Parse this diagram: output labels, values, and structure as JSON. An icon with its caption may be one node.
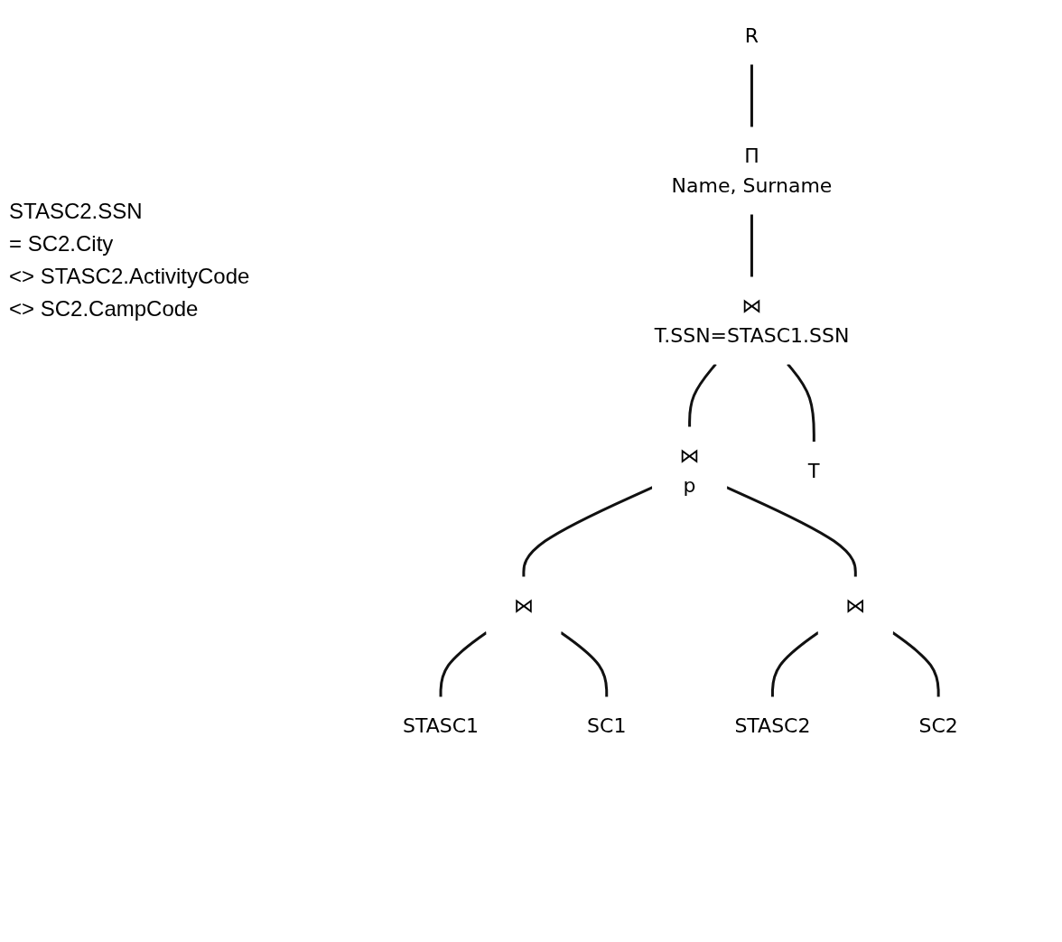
{
  "diagram": {
    "nodes": [
      {
        "text": [
          "R"
        ]
      },
      {
        "text": [
          "Π",
          "Name, Surname"
        ]
      },
      {
        "text": [
          "⋈",
          "T.SSN=STASC1.SSN"
        ]
      },
      {
        "text": [
          "⋈",
          "p"
        ]
      },
      {
        "text": [
          "T"
        ]
      },
      {
        "text": [
          "⋈"
        ]
      },
      {
        "text": [
          "⋈"
        ]
      },
      {
        "text": [
          "STASC1"
        ]
      },
      {
        "text": [
          "SC1"
        ]
      },
      {
        "text": [
          "STASC2"
        ]
      },
      {
        "text": [
          "SC2"
        ]
      }
    ],
    "edges": [
      {
        "from": 0,
        "to": 1,
        "arrow": "none"
      },
      {
        "from": 1,
        "to": 2,
        "arrow": "none"
      },
      {
        "from": 2,
        "to": 3,
        "arrow": "none"
      },
      {
        "from": 2,
        "to": 4,
        "arrow": "none"
      },
      {
        "from": 3,
        "to": 5,
        "arrow": "none"
      },
      {
        "from": 3,
        "to": 6,
        "arrow": "none"
      },
      {
        "from": 5,
        "to": 7,
        "arrow": "none"
      },
      {
        "from": 5,
        "to": 8,
        "arrow": "none"
      },
      {
        "from": 6,
        "to": 9,
        "arrow": "none"
      },
      {
        "from": 6,
        "to": 10,
        "arrow": "none"
      }
    ],
    "labels": [
      "STASC2.SSN",
      "= SC2.City",
      "<> STASC2.ActivityCode",
      "<> SC2.CampCode"
    ]
  }
}
